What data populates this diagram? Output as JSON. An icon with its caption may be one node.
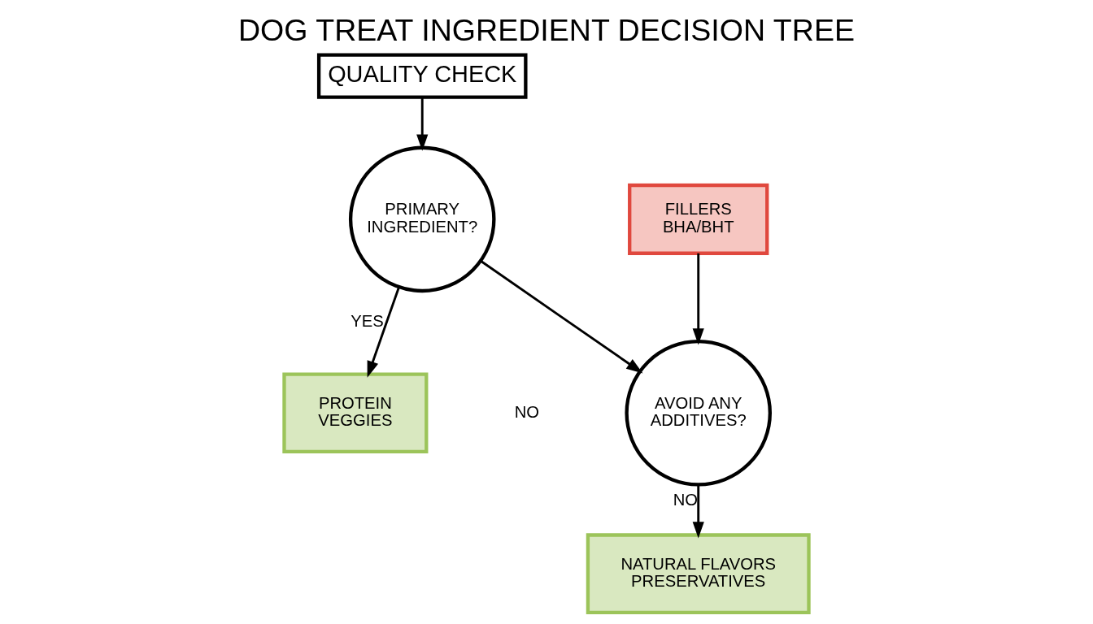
{
  "diagram": {
    "title": "DOG TREAT INGREDIENT DECISION TREE",
    "nodes": [
      {
        "text": [
          "QUALITY CHECK"
        ]
      },
      {
        "text": [
          "PRIMARY INGREDIENT?"
        ]
      },
      {
        "text": [
          "PROTEIN",
          "VEGGIES"
        ]
      },
      {
        "text": [
          "AVOID ANY ADDITIVES?"
        ]
      },
      {
        "text": [
          "FILLERS",
          "BHA/BHT"
        ]
      },
      {
        "text": [
          "NATURAL FLAVORS",
          "PRESERVATIVES"
        ]
      }
    ],
    "edges": [
      {
        "from": 0,
        "to": 1,
        "arrow": "to"
      },
      {
        "from": 1,
        "to": 2,
        "arrow": "to",
        "label": "YES"
      },
      {
        "from": 1,
        "to": 3,
        "arrow": "to"
      },
      {
        "from": 4,
        "to": 3,
        "arrow": "to"
      },
      {
        "from": 3,
        "to": 5,
        "arrow": "to",
        "label": "NO"
      }
    ],
    "labels": [
      "NO"
    ]
  }
}
